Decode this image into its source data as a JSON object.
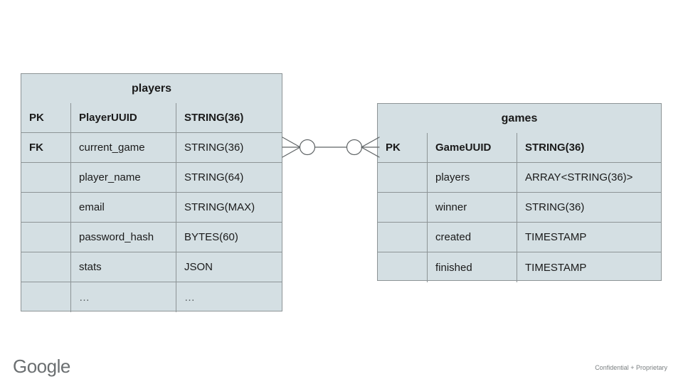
{
  "slide": {
    "background_color": "#ffffff",
    "entity_fill_color": "#d4dfe3",
    "entity_border_color": "#8d9496",
    "text_color": "#1a1a1a"
  },
  "entities": [
    {
      "name": "players",
      "title": "players",
      "columns": [
        {
          "key": "PK",
          "field": "PlayerUUID",
          "type": "STRING(36)",
          "bold": true
        },
        {
          "key": "FK",
          "field": "current_game",
          "type": "STRING(36)",
          "bold": false
        },
        {
          "key": "",
          "field": "player_name",
          "type": "STRING(64)",
          "bold": false
        },
        {
          "key": "",
          "field": "email",
          "type": "STRING(MAX)",
          "bold": false
        },
        {
          "key": "",
          "field": "password_hash",
          "type": "BYTES(60)",
          "bold": false
        },
        {
          "key": "",
          "field": "stats",
          "type": "JSON",
          "bold": false
        },
        {
          "key": "",
          "field": "…",
          "type": "…",
          "bold": false
        }
      ]
    },
    {
      "name": "games",
      "title": "games",
      "columns": [
        {
          "key": "PK",
          "field": "GameUUID",
          "type": "STRING(36)",
          "bold": true
        },
        {
          "key": "",
          "field": "players",
          "type": "ARRAY<STRING(36)>",
          "bold": false
        },
        {
          "key": "",
          "field": "winner",
          "type": "STRING(36)",
          "bold": false
        },
        {
          "key": "",
          "field": "created",
          "type": "TIMESTAMP",
          "bold": false
        },
        {
          "key": "",
          "field": "finished",
          "type": "TIMESTAMP",
          "bold": false
        }
      ]
    }
  ],
  "relationship": {
    "from": "players",
    "to": "games",
    "notation": "crows-foot",
    "left_cardinality": "zero-or-many",
    "right_cardinality": "zero-or-many",
    "line_color": "#5f6466"
  },
  "footer": {
    "logo_text": "Google",
    "note": "Confidential + Proprietary"
  }
}
